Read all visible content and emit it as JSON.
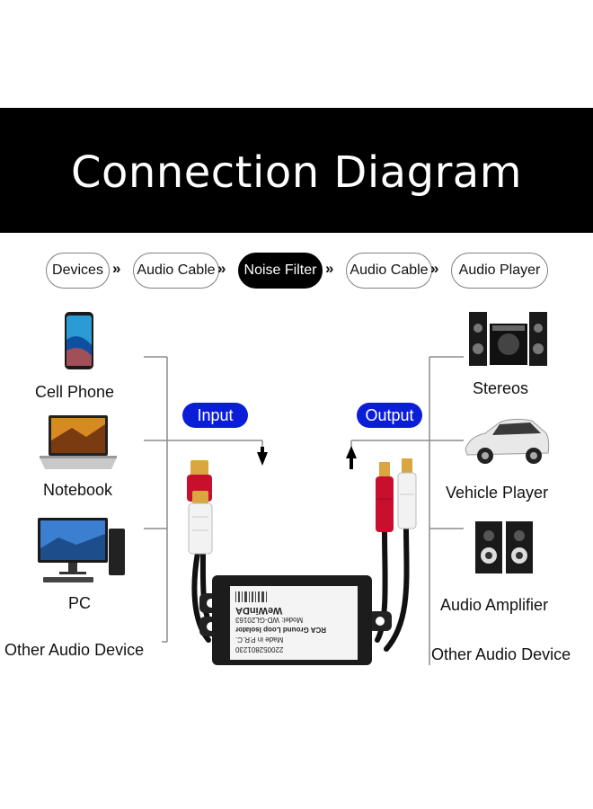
{
  "title": "Connection Diagram",
  "flow": {
    "steps": [
      {
        "label": "Devices"
      },
      {
        "label": "Audio Cable"
      },
      {
        "label": "Noise Filter"
      },
      {
        "label": "Audio Cable"
      },
      {
        "label": "Audio Player"
      }
    ],
    "separator": "»"
  },
  "inputs": {
    "badge": "Input",
    "items": [
      {
        "label": "Cell Phone"
      },
      {
        "label": "Notebook"
      },
      {
        "label": "PC"
      },
      {
        "label": "Other Audio Device"
      }
    ]
  },
  "outputs": {
    "badge": "Output",
    "items": [
      {
        "label": "Stereos"
      },
      {
        "label": "Vehicle Player"
      },
      {
        "label": "Audio Amplifier"
      },
      {
        "label": "Other Audio Device"
      }
    ]
  },
  "device_label": {
    "brand": "WeWinDA",
    "model": "Model: WD-GL20163",
    "product": "RCA Ground Loop Isolator",
    "origin": "Made in P.R.C.",
    "serial": "220052801230"
  },
  "colors": {
    "banner": "#000000",
    "badge": "#0a1ed8",
    "rca_red": "#c8102e",
    "rca_white": "#f2f2f2",
    "gold": "#d9a640"
  }
}
